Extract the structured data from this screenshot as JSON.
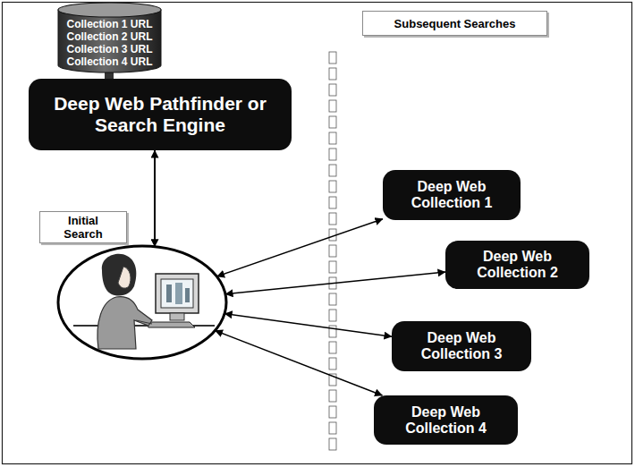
{
  "diagram": {
    "nodes": [
      {
        "text": [
          "Collection 1 URL",
          "Collection 2 URL",
          "Collection 3 URL",
          "Collection 4 URL"
        ]
      },
      {
        "text": [
          "Deep Web Pathfinder or Search Engine"
        ]
      },
      {
        "text": [
          "Subsequent Searches"
        ]
      },
      {
        "text": [
          "Initial Search"
        ]
      },
      {
        "text": []
      },
      {
        "text": [
          "Deep Web Collection 1"
        ]
      },
      {
        "text": [
          "Deep Web Collection 2"
        ]
      },
      {
        "text": [
          "Deep Web Collection 3"
        ]
      },
      {
        "text": [
          "Deep Web Collection 4"
        ]
      }
    ],
    "edges": [
      {
        "from": 0,
        "to": 1,
        "arrow": "none"
      },
      {
        "from": 1,
        "to": 4,
        "arrow": "both"
      },
      {
        "from": 4,
        "to": 5,
        "arrow": "both"
      },
      {
        "from": 4,
        "to": 6,
        "arrow": "both"
      },
      {
        "from": 4,
        "to": 7,
        "arrow": "both"
      },
      {
        "from": 4,
        "to": 8,
        "arrow": "both"
      }
    ]
  }
}
